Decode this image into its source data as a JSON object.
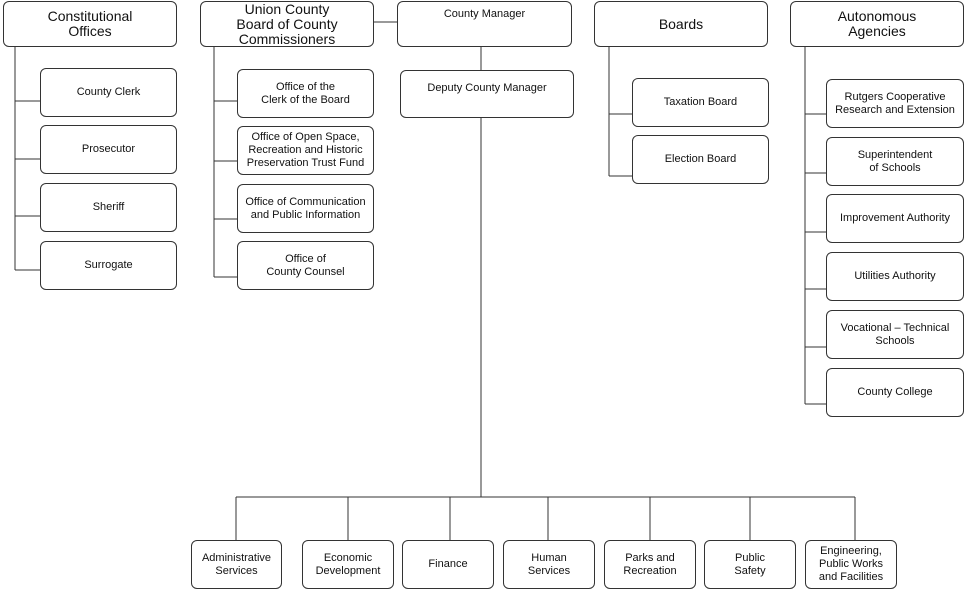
{
  "constitutional": {
    "title": "Constitutional\nOffices",
    "items": [
      "County Clerk",
      "Prosecutor",
      "Sheriff",
      "Surrogate"
    ]
  },
  "commissioners": {
    "title": "Union County\nBoard of County\nCommissioners",
    "items": [
      "Office of the\nClerk of the Board",
      "Office of Open Space,\nRecreation and Historic\nPreservation Trust Fund",
      "Office of Communication\nand Public Information",
      "Office of\nCounty Counsel"
    ]
  },
  "manager": {
    "title": "County Manager",
    "deputy": "Deputy County Manager",
    "departments": [
      "Administrative\nServices",
      "Economic\nDevelopment",
      "Finance",
      "Human\nServices",
      "Parks and\nRecreation",
      "Public\nSafety",
      "Engineering,\nPublic Works\nand Facilities"
    ]
  },
  "boards": {
    "title": "Boards",
    "items": [
      "Taxation Board",
      "Election Board"
    ]
  },
  "autonomous": {
    "title": "Autonomous\nAgencies",
    "items": [
      "Rutgers Cooperative\nResearch and Extension",
      "Superintendent\nof Schools",
      "Improvement Authority",
      "Utilities Authority",
      "Vocational – Technical\nSchools",
      "County College"
    ]
  }
}
